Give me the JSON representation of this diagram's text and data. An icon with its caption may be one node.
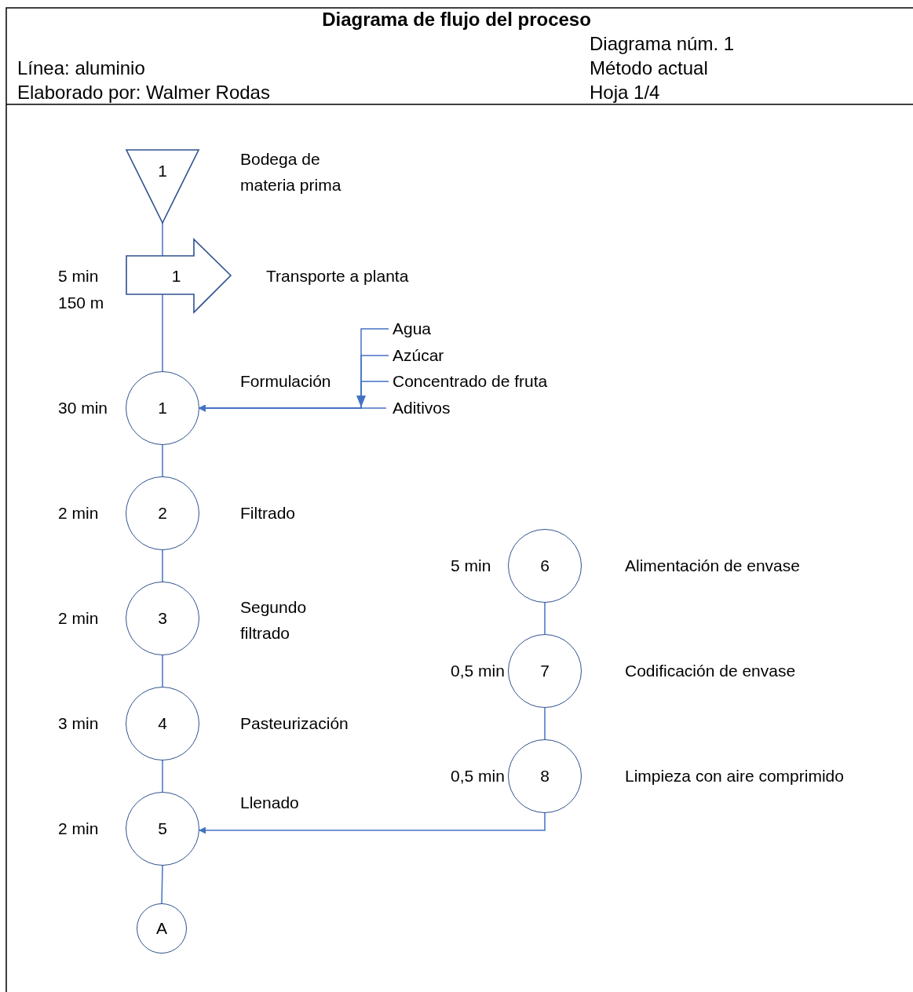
{
  "diagram": {
    "title": "Diagrama de flujo del proceso",
    "nodes": [
      {
        "text": [
          "1"
        ],
        "beside": [
          "Bodega de materia prima"
        ]
      },
      {
        "text": [
          "1"
        ],
        "beside": [
          "5 min",
          "150 m",
          "Transporte a planta"
        ]
      },
      {
        "text": [
          "1"
        ],
        "beside": [
          "30 min",
          "Formulación"
        ]
      },
      {
        "text": [
          "2"
        ],
        "beside": [
          "2 min",
          "Filtrado"
        ]
      },
      {
        "text": [
          "3"
        ],
        "beside": [
          "2 min",
          "Segundo filtrado"
        ]
      },
      {
        "text": [
          "4"
        ],
        "beside": [
          "3 min",
          "Pasteurización"
        ]
      },
      {
        "text": [
          "5"
        ],
        "beside": [
          "2 min",
          "Llenado"
        ]
      },
      {
        "text": [
          "A"
        ]
      },
      {
        "text": [
          "6"
        ],
        "beside": [
          "5 min",
          "Alimentación de envase"
        ]
      },
      {
        "text": [
          "7"
        ],
        "beside": [
          "0,5 min",
          "Codificación de envase"
        ]
      },
      {
        "text": [
          "8"
        ],
        "beside": [
          "0,5 min",
          "Limpieza con aire comprimido"
        ]
      },
      {
        "text": [
          "Agua"
        ]
      },
      {
        "text": [
          "Azúcar"
        ]
      },
      {
        "text": [
          "Concentrado de fruta"
        ]
      },
      {
        "text": [
          "Aditivos"
        ]
      }
    ],
    "edges": [
      {
        "from": 0,
        "to": 1,
        "arrow": "none"
      },
      {
        "from": 1,
        "to": 2,
        "arrow": "none"
      },
      {
        "from": 2,
        "to": 3,
        "arrow": "none"
      },
      {
        "from": 3,
        "to": 4,
        "arrow": "none"
      },
      {
        "from": 4,
        "to": 5,
        "arrow": "none"
      },
      {
        "from": 5,
        "to": 6,
        "arrow": "none"
      },
      {
        "from": 6,
        "to": 7,
        "arrow": "none"
      },
      {
        "from": 8,
        "to": 9,
        "arrow": "none"
      },
      {
        "from": 9,
        "to": 10,
        "arrow": "none"
      },
      {
        "from": 10,
        "to": 6,
        "arrow": "to"
      },
      {
        "from": 11,
        "to": 2,
        "arrow": "to"
      },
      {
        "from": 12,
        "to": 2,
        "arrow": "to"
      },
      {
        "from": 13,
        "to": 2,
        "arrow": "to"
      },
      {
        "from": 14,
        "to": 2,
        "arrow": "to"
      }
    ],
    "labels": [
      "Diagrama núm. 1",
      "Línea: aluminio",
      "Método actual",
      "Elaborado por: Walmer Rodas",
      "Hoja 1/4"
    ]
  }
}
